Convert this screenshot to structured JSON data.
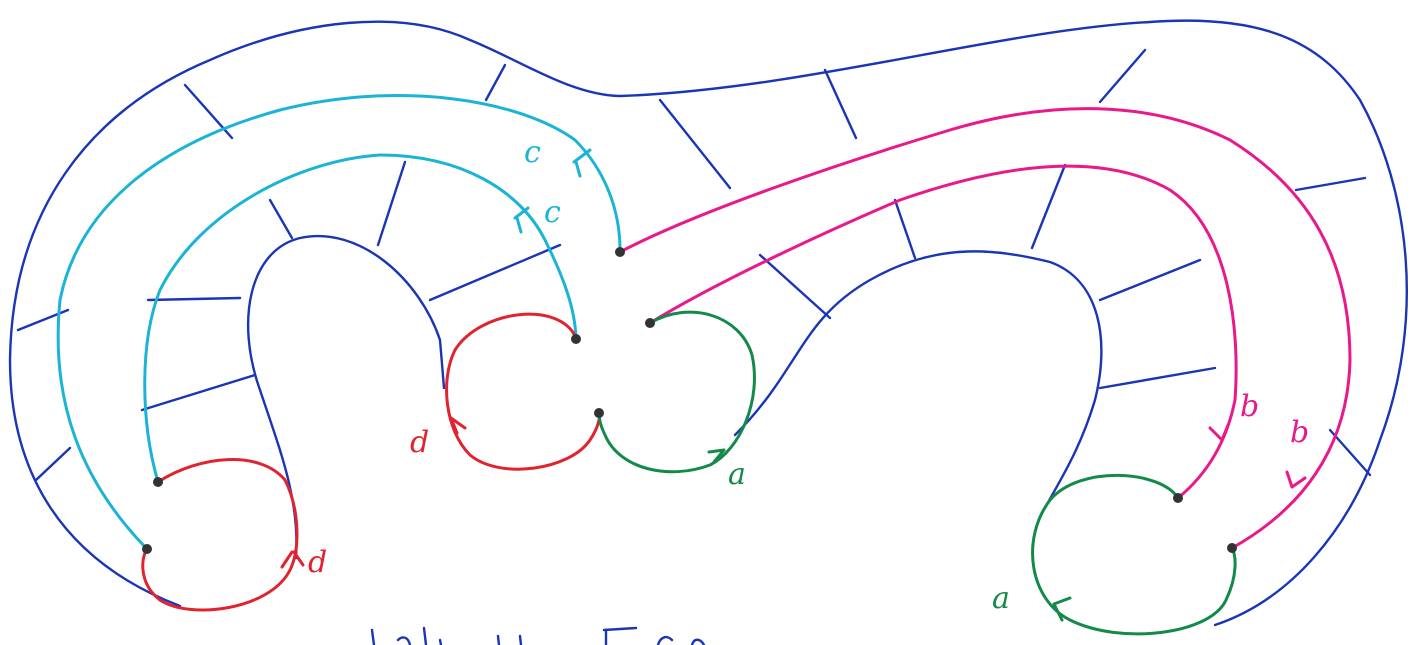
{
  "colors": {
    "outline": "#1a35b5",
    "cyan": "#1bb4d6",
    "magenta": "#e8198b",
    "red": "#e0242f",
    "green": "#148a4a",
    "vertex": "#333333",
    "background": "#ffffff"
  },
  "labels": {
    "a_center": "a",
    "a_right": "a",
    "b_inner": "b",
    "b_outer": "b",
    "c_outer": "c",
    "c_inner": "c",
    "d_left": "d",
    "d_center": "d"
  }
}
